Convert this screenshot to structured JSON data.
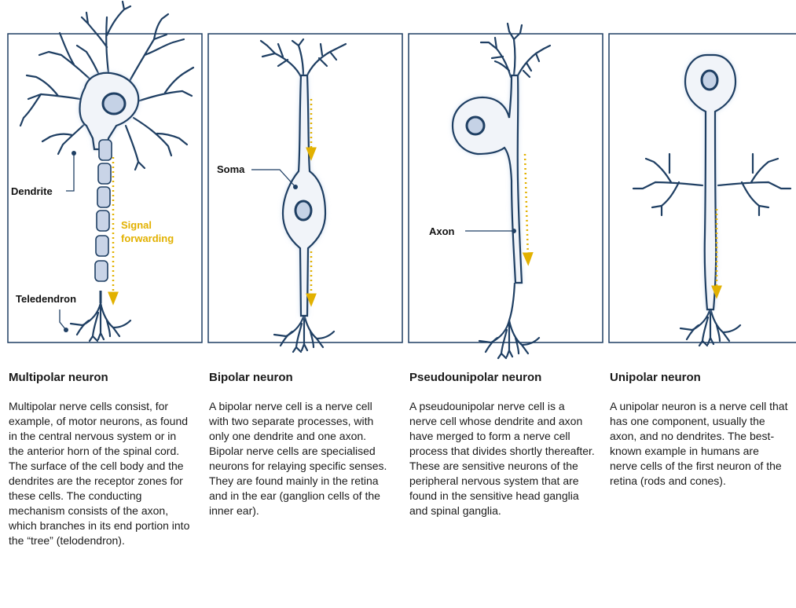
{
  "colors": {
    "panel_border": "#1f3f63",
    "cell_fill": "#f1f4f9",
    "cell_stroke": "#1f3f63",
    "glow": "#c3d3ea",
    "nucleus_fill": "#c5d2e6",
    "myelin_fill": "#c9d4e7",
    "signal": "#e2b100"
  },
  "labels": {
    "dendrite": "Dendrite",
    "teledendron": "Teledendron",
    "signal_line1": "Signal",
    "signal_line2": "forwarding",
    "soma": "Soma",
    "axon": "Axon"
  },
  "neurons": [
    {
      "title": "Multipolar neuron",
      "description": "Multipolar nerve cells consist, for example, of motor neurons, as found in the central nervous system or in the anterior horn of the spinal cord. The surface of the cell body and the dendrites are the receptor zones for these cells. The conducting mechanism consists of the axon, which branches in its end portion into the “tree” (telodendron)."
    },
    {
      "title": "Bipolar neuron",
      "description": "A bipolar nerve cell is a nerve cell with two separate processes, with only one dendrite and one axon. Bipolar nerve cells are specialised neurons for relaying specific senses. They are found mainly in the retina and in the ear (ganglion cells of the inner ear)."
    },
    {
      "title": "Pseudounipolar neuron",
      "description": "A pseudounipolar nerve cell is a nerve cell whose dendrite and axon have merged to form a nerve cell process that divides shortly thereafter. These are sensitive neurons of the peripheral nervous system that are found in the sensitive head ganglia and spinal ganglia."
    },
    {
      "title": "Unipolar neuron",
      "description": "A unipolar neuron is a nerve cell that has one component, usually the axon, and no dendrites. The best-known example in humans are nerve cells of the first neuron of the retina (rods and cones)."
    }
  ]
}
